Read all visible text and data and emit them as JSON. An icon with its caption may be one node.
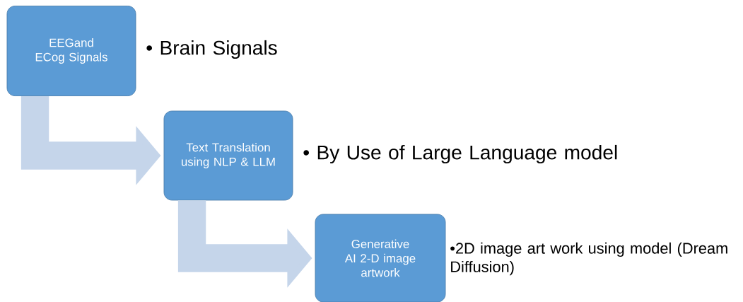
{
  "diagram": {
    "nodes": [
      {
        "text": [
          "EEGand ECog Signals"
        ],
        "beside": [
          "• Brain Signals"
        ]
      },
      {
        "text": [
          "Text Translation using NLP & LLM"
        ],
        "beside": [
          "• By Use of Large Language model"
        ]
      },
      {
        "text": [
          "Generative AI 2-D image artwork"
        ],
        "beside": [
          "•2D image art work using model (Dream Diffusion)"
        ]
      }
    ],
    "edges": [
      {
        "from": 0,
        "to": 1,
        "arrow": "to"
      },
      {
        "from": 1,
        "to": 2,
        "arrow": "to"
      }
    ]
  }
}
